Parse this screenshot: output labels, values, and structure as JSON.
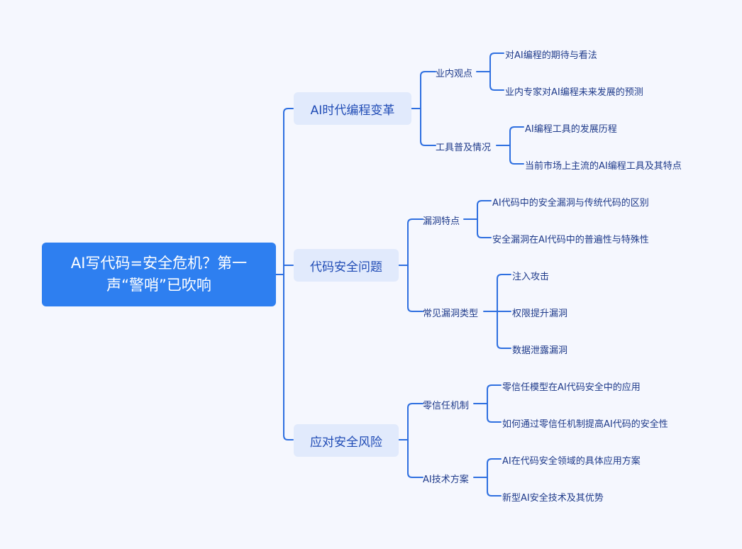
{
  "root": {
    "title": "AI写代码=安全危机？第一声“警哨”已吹响"
  },
  "branches": [
    {
      "label": "AI时代编程变革",
      "subs": [
        {
          "label": "业内观点",
          "leaves": [
            "对AI编程的期待与看法",
            "业内专家对AI编程未来发展的预测"
          ]
        },
        {
          "label": "工具普及情况",
          "leaves": [
            "AI编程工具的发展历程",
            "当前市场上主流的AI编程工具及其特点"
          ]
        }
      ]
    },
    {
      "label": "代码安全问题",
      "subs": [
        {
          "label": "漏洞特点",
          "leaves": [
            "AI代码中的安全漏洞与传统代码的区别",
            "安全漏洞在AI代码中的普遍性与特殊性"
          ]
        },
        {
          "label": "常见漏洞类型",
          "leaves": [
            "注入攻击",
            "权限提升漏洞",
            "数据泄露漏洞"
          ]
        }
      ]
    },
    {
      "label": "应对安全风险",
      "subs": [
        {
          "label": "零信任机制",
          "leaves": [
            "零信任模型在AI代码安全中的应用",
            "如何通过零信任机制提高AI代码的安全性"
          ]
        },
        {
          "label": "AI技术方案",
          "leaves": [
            "AI在代码安全领域的具体应用方案",
            "新型AI安全技术及其优势"
          ]
        }
      ]
    }
  ],
  "colors": {
    "line": "#2e6fe0",
    "root_bg": "#2e7ff0",
    "branch_bg": "#e1eafc",
    "text": "#1e3a8a"
  }
}
